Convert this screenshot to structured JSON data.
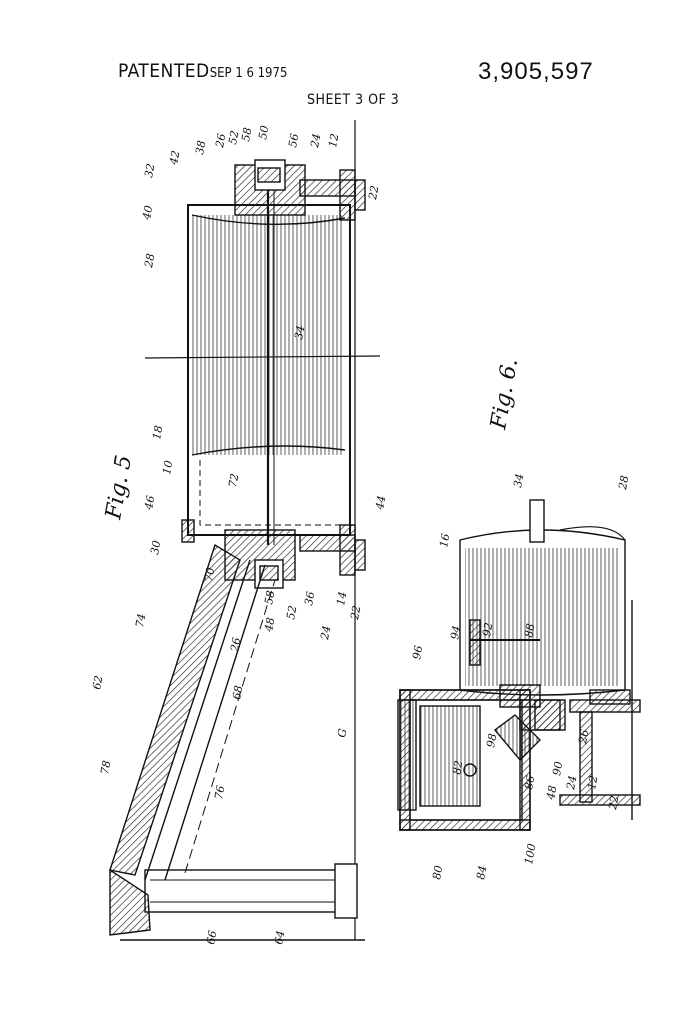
{
  "header": {
    "patented_word": "PATENTED",
    "patented_date": "SEP 1 6 1975",
    "patent_number": "3,905,597",
    "sheet": "SHEET 3 OF 3"
  },
  "figures": {
    "fig5_label": "Fig. 5",
    "fig6_label": "Fig. 6."
  },
  "fig5_refs": [
    "32",
    "42",
    "38",
    "26",
    "52",
    "58",
    "50",
    "56",
    "24",
    "12",
    "22",
    "40",
    "28",
    "34",
    "18",
    "10",
    "72",
    "46",
    "44",
    "30",
    "70",
    "74",
    "62",
    "78",
    "76",
    "68",
    "26",
    "48",
    "58",
    "52",
    "36",
    "24",
    "14",
    "22",
    "66",
    "64",
    "G"
  ],
  "fig6_refs": [
    "34",
    "28",
    "16",
    "92",
    "94",
    "96",
    "88",
    "82",
    "98",
    "86",
    "90",
    "26",
    "48",
    "24",
    "12",
    "22",
    "80",
    "84",
    "100"
  ]
}
